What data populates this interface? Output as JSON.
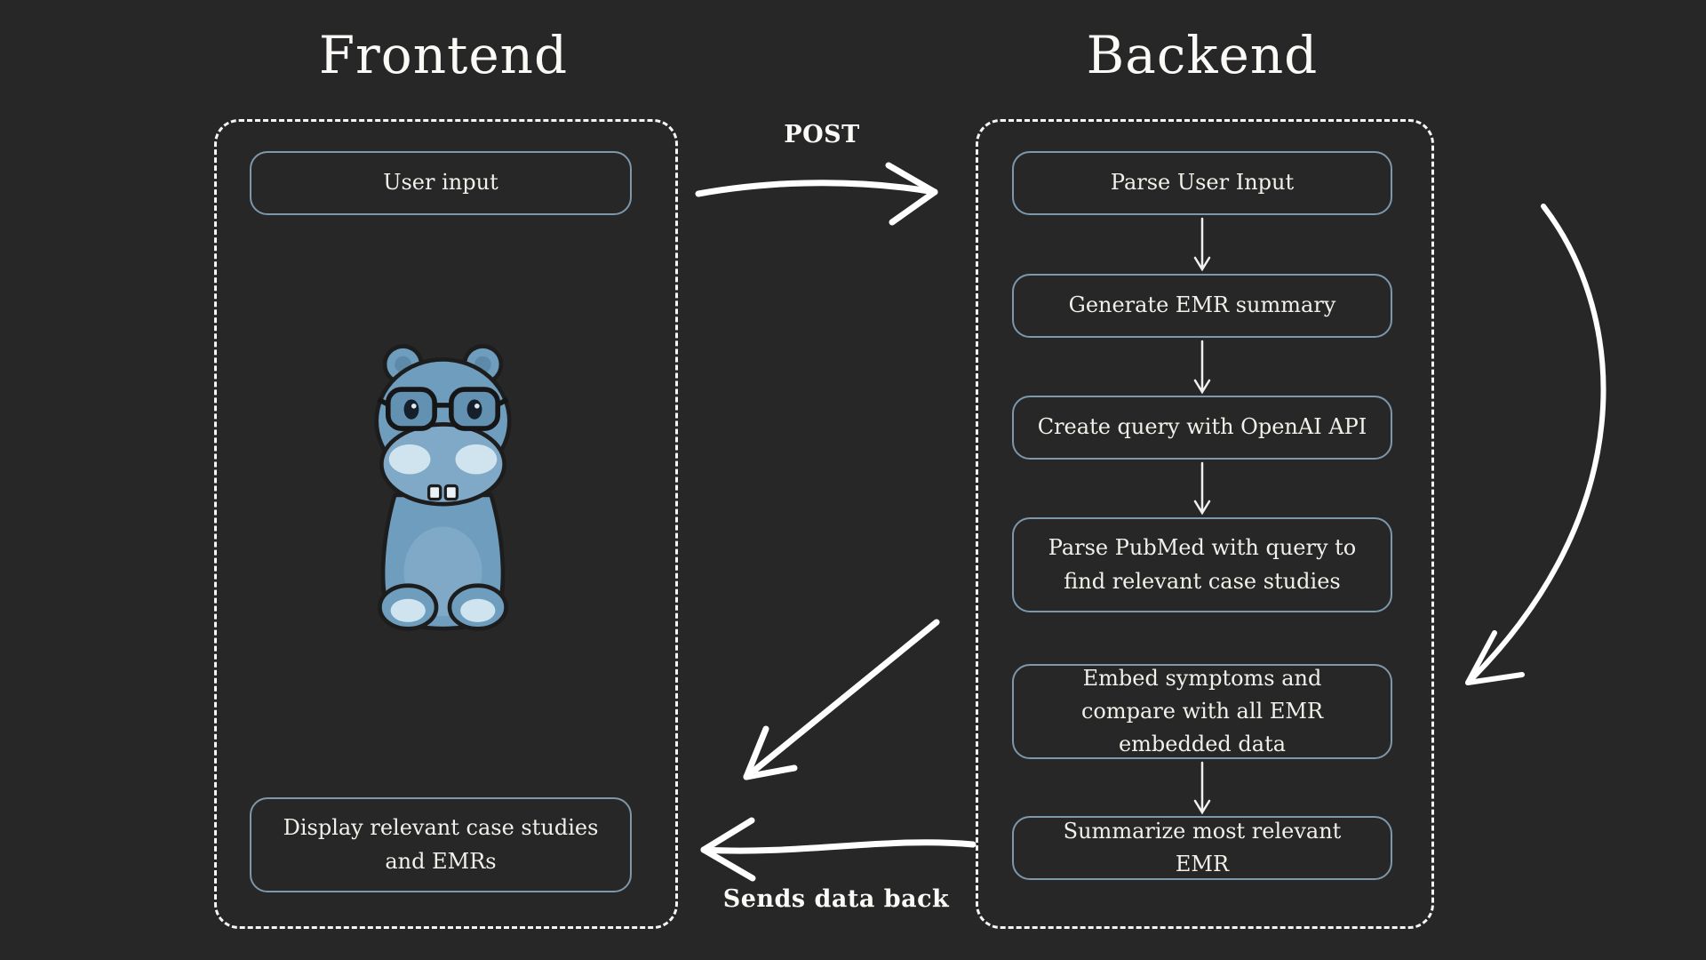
{
  "frontend": {
    "title": "Frontend",
    "boxes": [
      {
        "label": "User input"
      },
      {
        "label": "Display relevant case studies and EMRs"
      }
    ]
  },
  "backend": {
    "title": "Backend",
    "steps": [
      "Parse User Input",
      "Generate EMR summary",
      "Create query with OpenAI API",
      "Parse PubMed with query to find relevant case studies",
      "Embed symptoms and compare with all EMR embedded data",
      "Summarize most relevant EMR"
    ]
  },
  "arrows": {
    "post_label": "POST",
    "sends_back_label": "Sends data back"
  },
  "icons": {
    "mascot": "hippo-with-glasses-mascot"
  },
  "colors": {
    "background": "#272727",
    "box_border": "#7d97ab",
    "panel_border": "#f5f5f2",
    "text": "#f2f0ea",
    "arrow": "#ffffff",
    "hippo_body": "#6f9dbd",
    "hippo_muzzle": "#7fa9c6",
    "hippo_pale": "#cfe4ef",
    "hippo_outline": "#1d1d1d"
  }
}
